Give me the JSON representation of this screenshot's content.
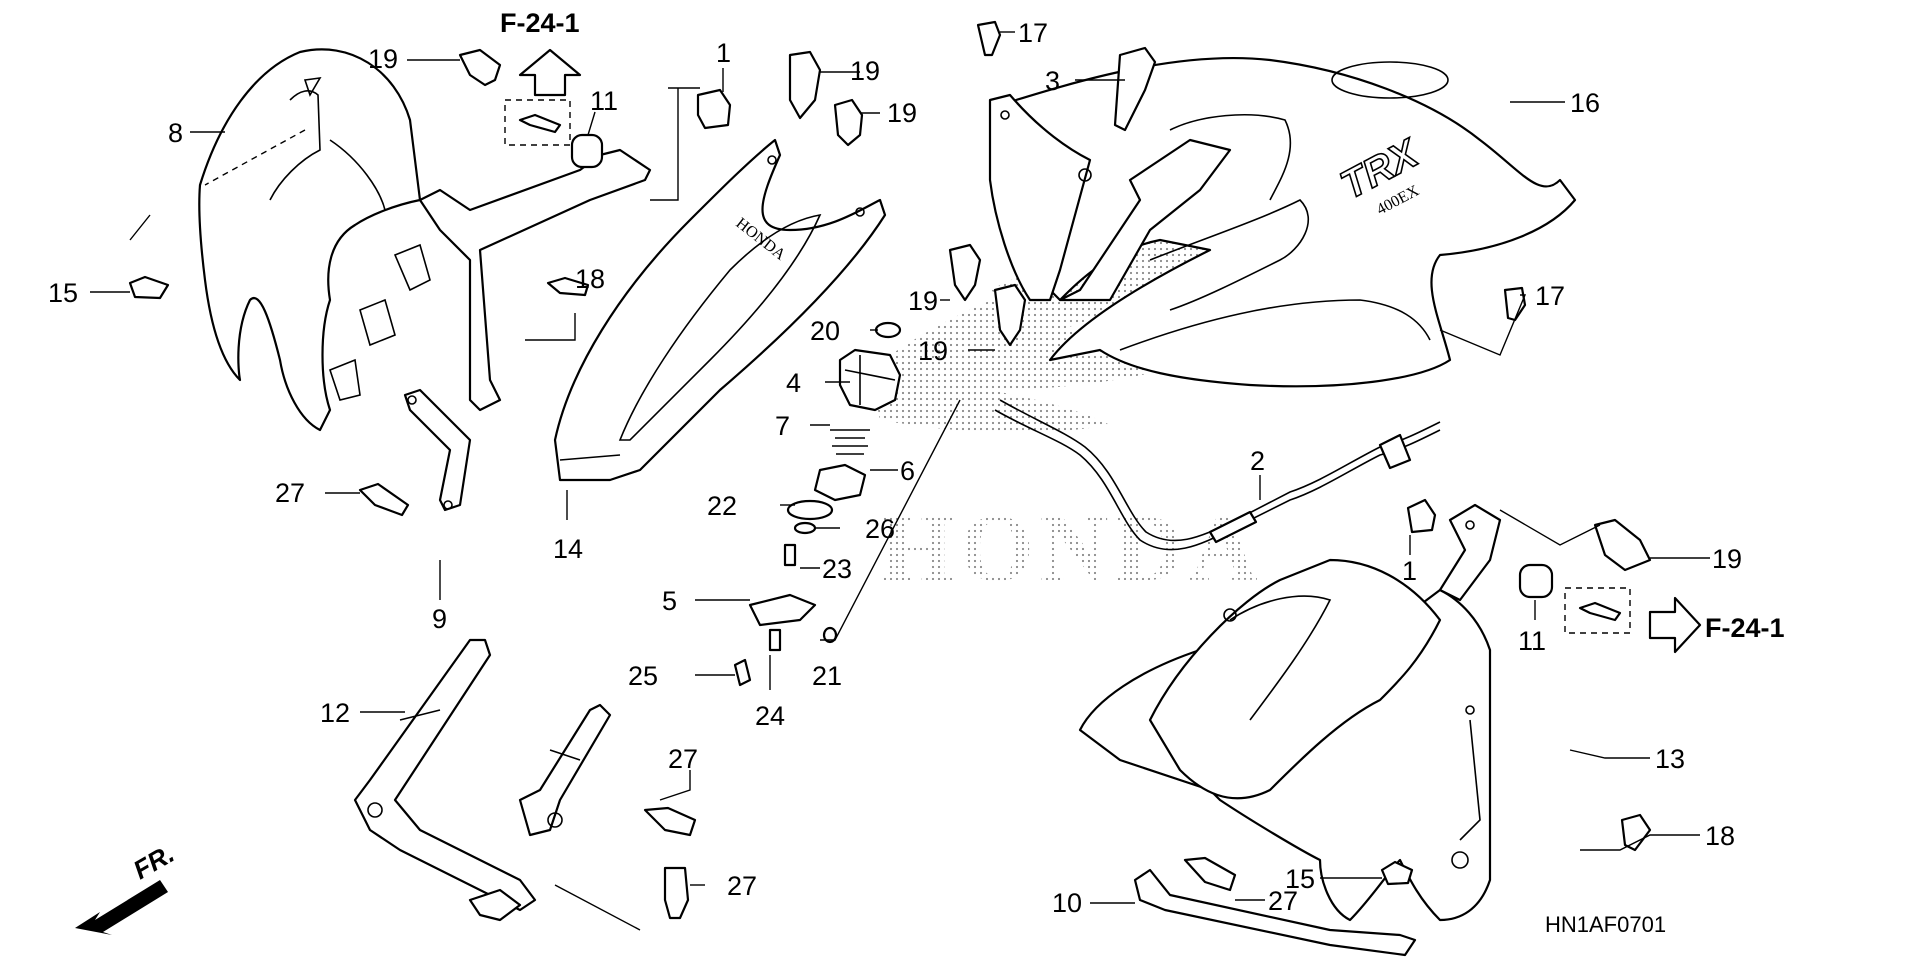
{
  "diagram_code": "HN1AF0701",
  "brand_watermark": "HONDA",
  "front_indicator": "FR.",
  "decals": {
    "fender_logo": "HONDA",
    "tank_model": "TRX",
    "tank_sub": "400EX"
  },
  "ref_labels": [
    "F-24-1",
    "F-24-1"
  ],
  "callouts": [
    "19",
    "11",
    "8",
    "15",
    "1",
    "19",
    "19",
    "18",
    "14",
    "27",
    "9",
    "12",
    "4",
    "20",
    "7",
    "6",
    "22",
    "26",
    "23",
    "5",
    "25",
    "24",
    "21",
    "27",
    "27",
    "17",
    "3",
    "16",
    "19",
    "19",
    "17",
    "2",
    "1",
    "19",
    "11",
    "13",
    "18",
    "10",
    "27",
    "15"
  ]
}
